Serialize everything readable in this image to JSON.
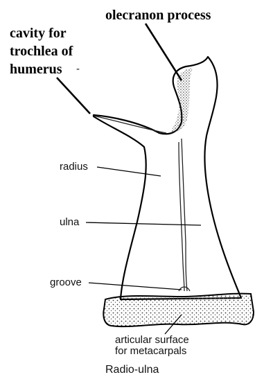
{
  "labels": {
    "olecranon": "olecranon process",
    "cavity_line1": "cavity for",
    "cavity_line2": "trochlea of",
    "cavity_line3": "humerus",
    "cavity_mark": "-",
    "radius": "radius",
    "ulna": "ulna",
    "groove": "groove",
    "articular_line1": "articular surface",
    "articular_line2": "for metacarpals"
  },
  "caption": "Radio-ulna",
  "colors": {
    "ink": "#000000",
    "stipple": "#555555",
    "background": "#ffffff"
  }
}
